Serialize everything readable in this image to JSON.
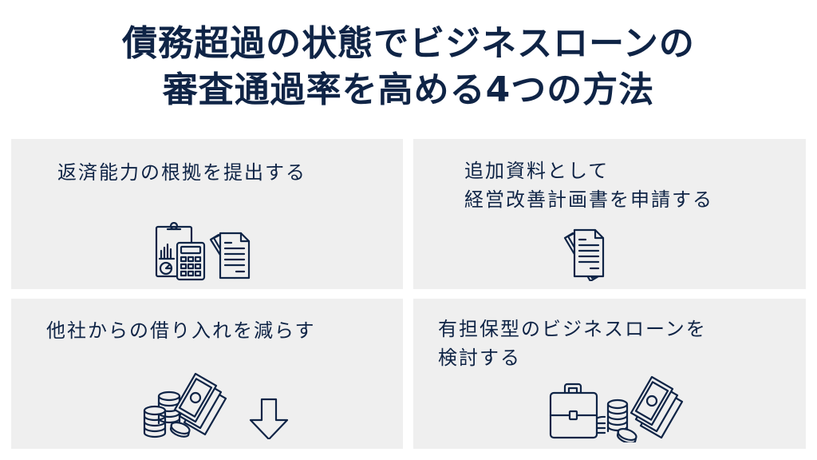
{
  "title": {
    "line1": "債務超過の状態でビジネスローンの",
    "line2": "審査通過率を高める4つの方法"
  },
  "cards": [
    {
      "label_lines": [
        "返済能力の根拠を提出する"
      ],
      "icon": "financial-documents-calculator-icon"
    },
    {
      "label_lines": [
        "追加資料として",
        "経営改善計画書を申請する"
      ],
      "icon": "documents-icon"
    },
    {
      "label_lines": [
        "他社からの借り入れを減らす"
      ],
      "icon": "money-decrease-icon"
    },
    {
      "label_lines": [
        "有担保型のビジネスローンを",
        "検討する"
      ],
      "icon": "briefcase-money-icon"
    }
  ],
  "colors": {
    "text": "#0f2446",
    "panel": "#efefef",
    "background": "#ffffff"
  }
}
